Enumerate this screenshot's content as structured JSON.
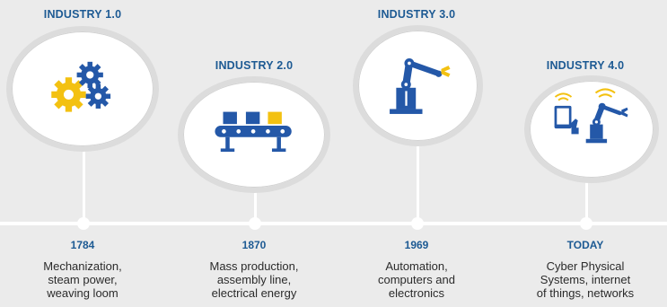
{
  "stages": [
    {
      "title": "INDUSTRY 1.0",
      "year": "1784",
      "description": [
        "Mechanization,",
        "steam power,",
        "weaving loom"
      ],
      "icon": "gears-icon"
    },
    {
      "title": "INDUSTRY 2.0",
      "year": "1870",
      "description": [
        "Mass production,",
        "assembly line,",
        "electrical energy"
      ],
      "icon": "conveyor-belt-icon"
    },
    {
      "title": "INDUSTRY 3.0",
      "year": "1969",
      "description": [
        "Automation,",
        "computers and",
        "electronics"
      ],
      "icon": "robot-arm-icon"
    },
    {
      "title": "INDUSTRY 4.0",
      "year": "TODAY",
      "description": [
        "Cyber Physical",
        "Systems, internet",
        "of things, networks"
      ],
      "icon": "cyber-physical-icon"
    }
  ],
  "colors": {
    "title_blue": "#1d5a93",
    "icon_blue": "#2458a8",
    "icon_yellow": "#f3c111",
    "background": "#ebebeb",
    "line": "#ffffff"
  }
}
